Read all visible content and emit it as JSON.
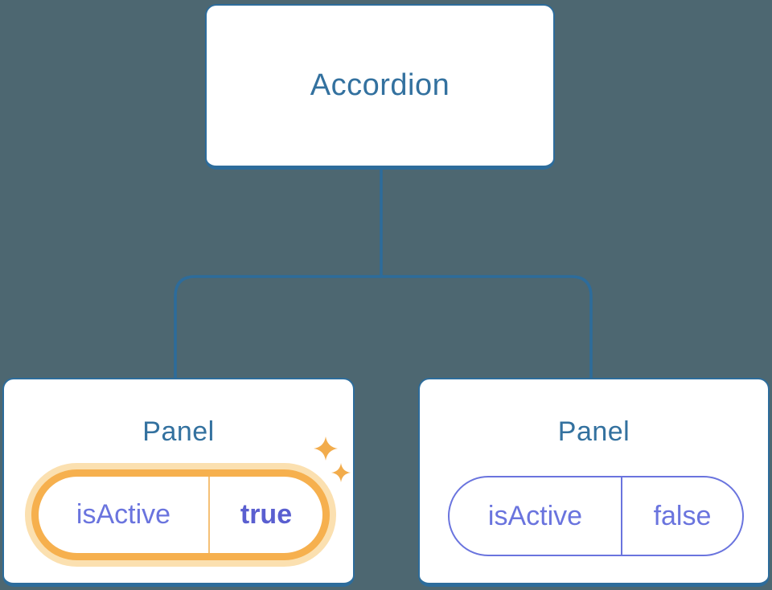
{
  "diagram": {
    "description": "Component tree diagram: an Accordion parent node connected to two Panel child nodes, each holding an isActive state pill; the left pill (isActive = true) is highlighted in orange with sparkles, the right pill (isActive = false) is plain purple.",
    "root": {
      "label": "Accordion"
    },
    "panels": [
      {
        "label": "Panel",
        "prop_name": "isActive",
        "prop_value": "true",
        "highlighted": true
      },
      {
        "label": "Panel",
        "prop_name": "isActive",
        "prop_value": "false",
        "highlighted": false
      }
    ],
    "colors": {
      "background": "#4d6771",
      "node_border": "#2d6c9b",
      "node_text": "#33719f",
      "connector": "#2d6c9b",
      "state_text": "#6a74de",
      "state_value_bold": "#5a5fd0",
      "highlight_border": "#f6b04e",
      "highlight_halo": "#fbe0b0",
      "sparkle": "#f2ac4c"
    },
    "icons": {
      "sparkles": "sparkles-icon"
    }
  }
}
